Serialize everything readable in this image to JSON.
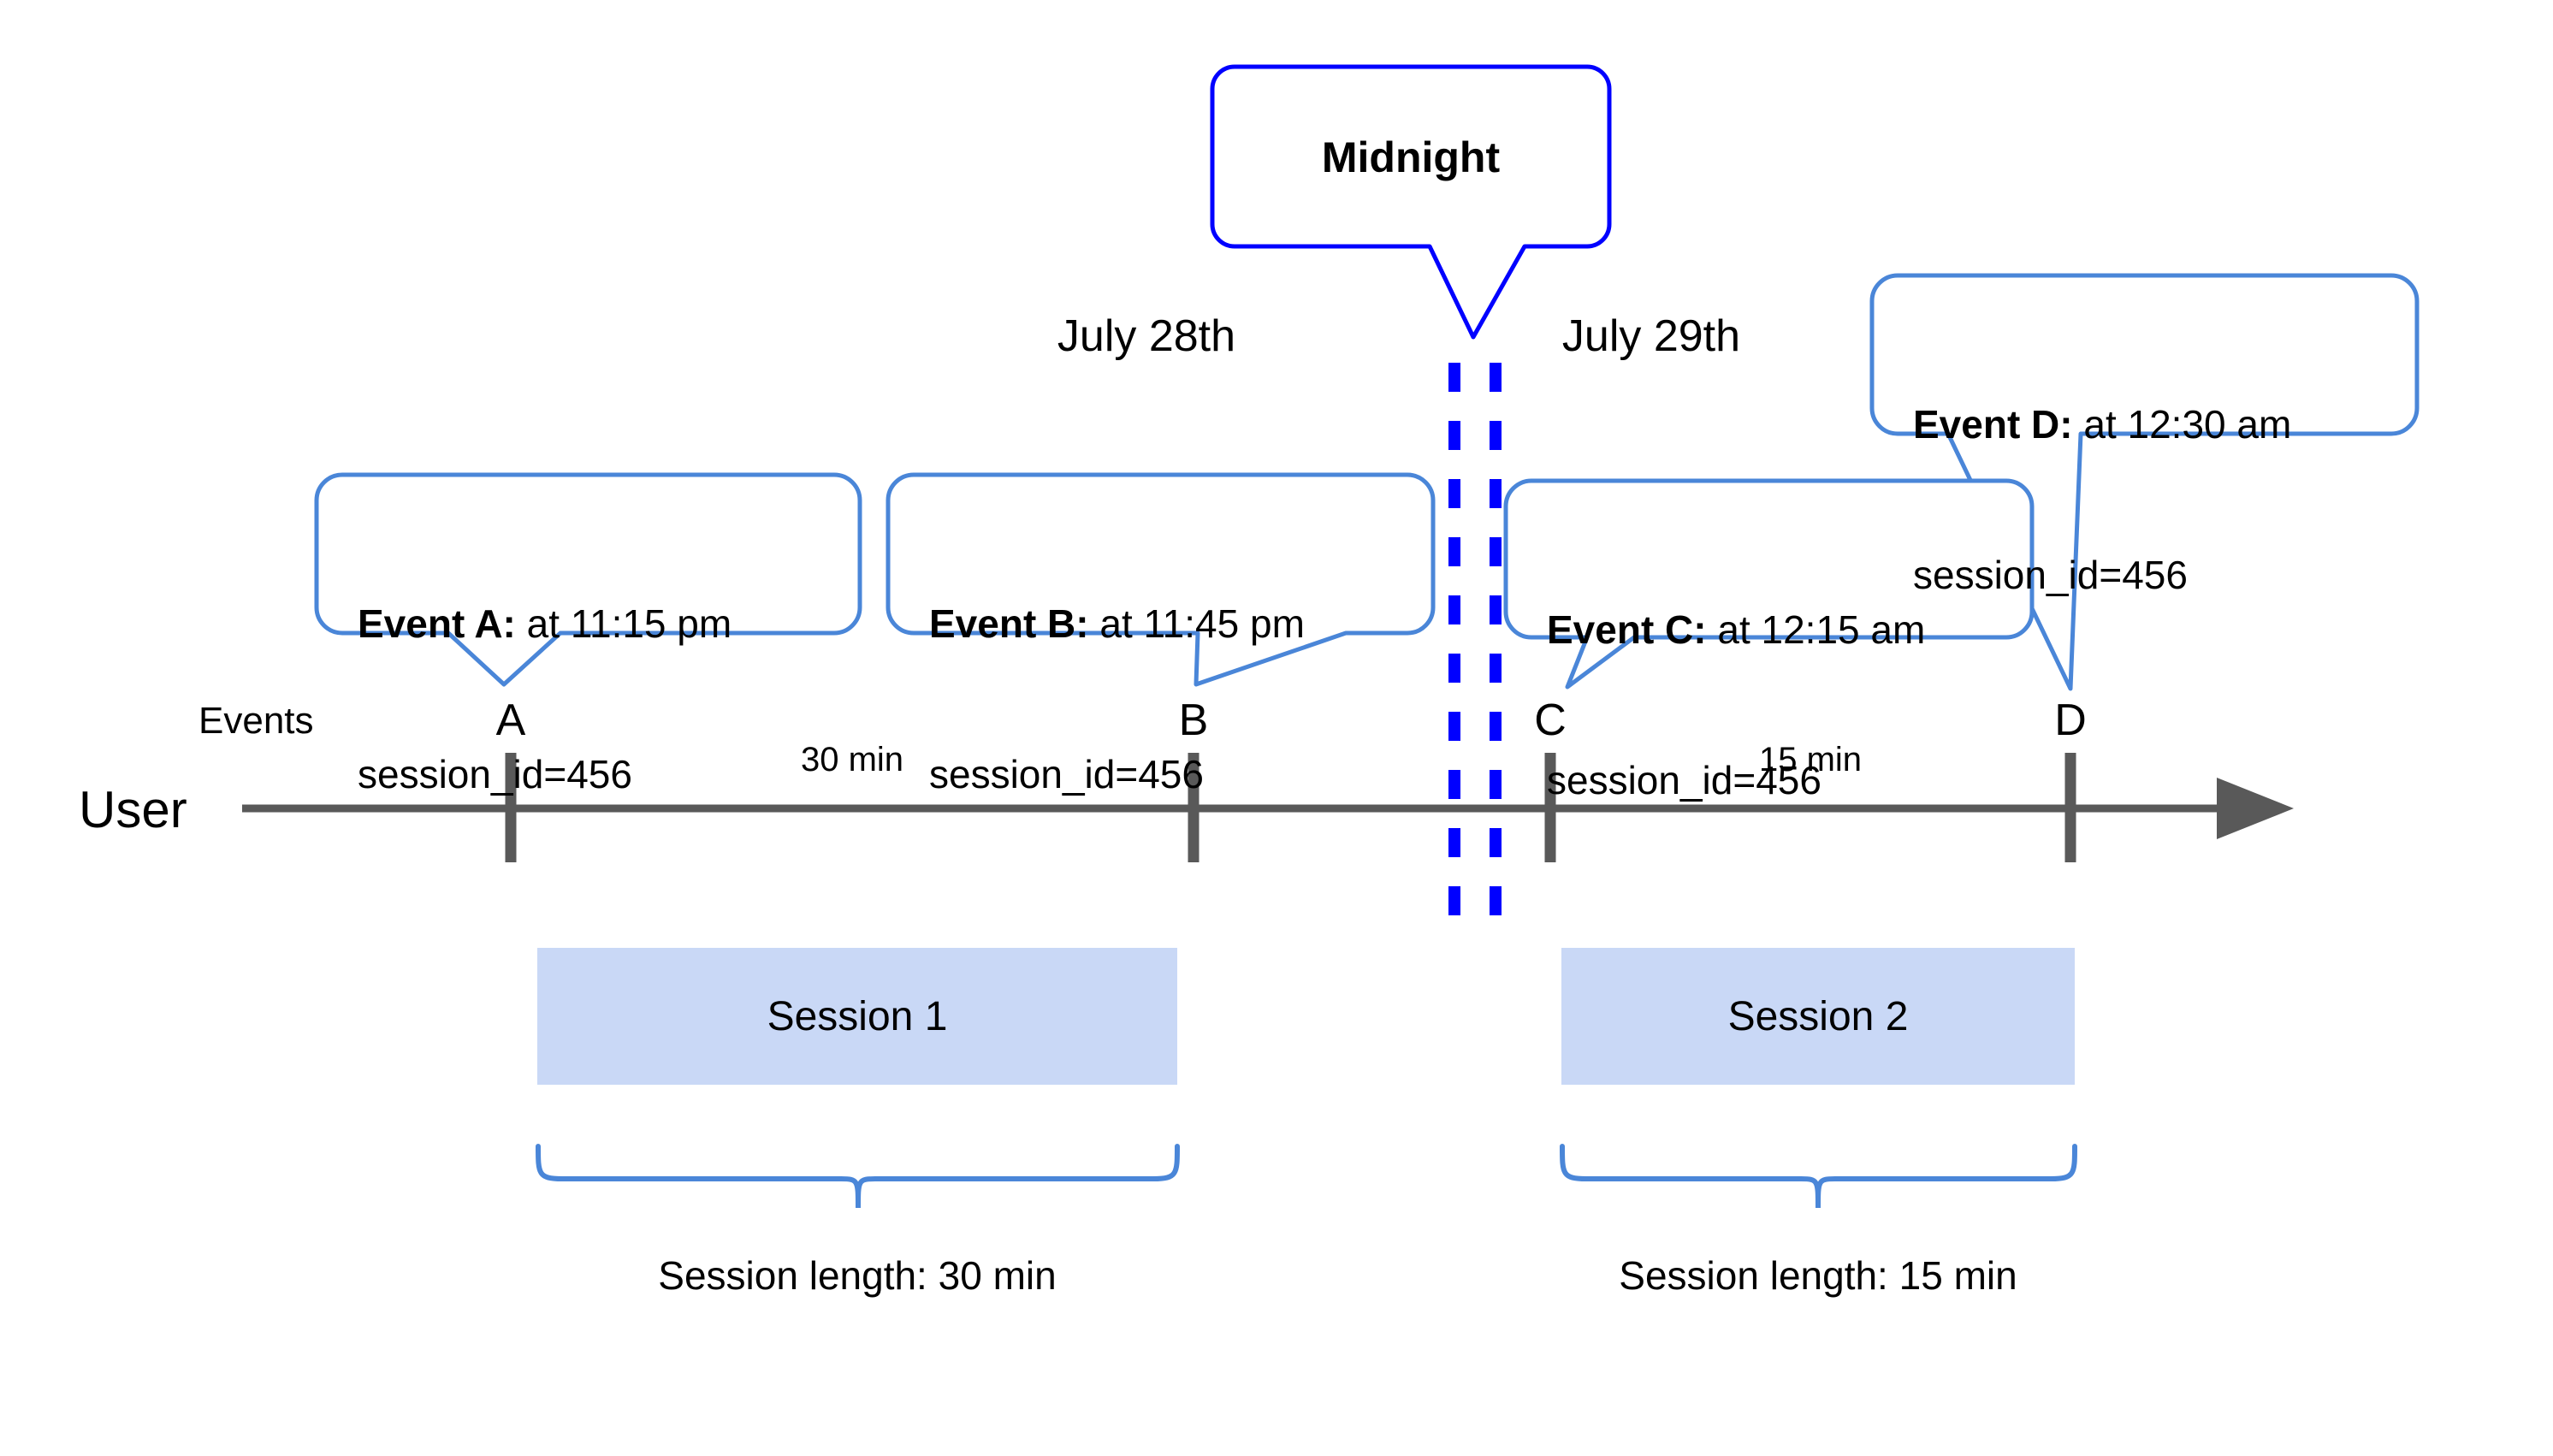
{
  "diagram": {
    "title_hidden": "",
    "axis": {
      "user_label": "User",
      "events_label": "Events",
      "line_color": "#595959",
      "tick_color": "#595959"
    },
    "dates": [
      {
        "label": "July 28th"
      },
      {
        "label": "July 29th"
      }
    ],
    "midnight": {
      "label": "Midnight",
      "line_color": "#0000ff",
      "bubble_border": "#0000ff"
    },
    "events": [
      {
        "letter": "A",
        "title": "Event A:",
        "time": " at 11:15 pm",
        "session_id": "session_id=456"
      },
      {
        "letter": "B",
        "title": "Event B:",
        "time": " at 11:45 pm",
        "session_id": "session_id=456"
      },
      {
        "letter": "C",
        "title": "Event C:",
        "time": " at 12:15 am",
        "session_id": "session_id=456"
      },
      {
        "letter": "D",
        "title": "Event D:",
        "time": " at 12:30 am",
        "session_id": "session_id=456"
      }
    ],
    "gaps": [
      {
        "label": "30 min"
      },
      {
        "label": "15 min"
      }
    ],
    "sessions": [
      {
        "name": "Session 1",
        "length_label": "Session length: 30 min",
        "fill": "#c9d8f6"
      },
      {
        "name": "Session 2",
        "length_label": "Session length: 15 min",
        "fill": "#c9d8f6"
      }
    ],
    "colors": {
      "callout_border": "#4a86d8",
      "brace": "#4a86d8",
      "midnight_blue": "#0000ff",
      "axis_gray": "#595959",
      "session_fill": "#c9d8f6"
    }
  }
}
